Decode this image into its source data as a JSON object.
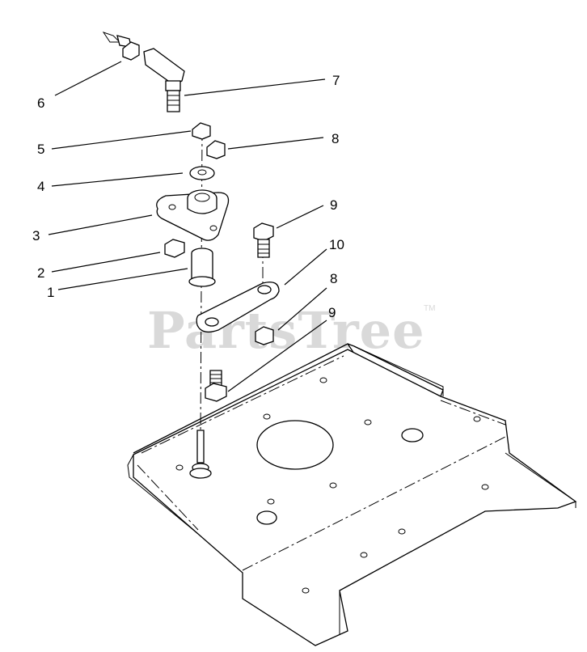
{
  "watermark": {
    "text": "PartsTree",
    "trademark": "TM"
  },
  "callouts": [
    {
      "id": "6",
      "label": "6"
    },
    {
      "id": "7",
      "label": "7"
    },
    {
      "id": "5",
      "label": "5"
    },
    {
      "id": "8a",
      "label": "8"
    },
    {
      "id": "4",
      "label": "4"
    },
    {
      "id": "3",
      "label": "3"
    },
    {
      "id": "9a",
      "label": "9"
    },
    {
      "id": "2",
      "label": "2"
    },
    {
      "id": "10",
      "label": "10"
    },
    {
      "id": "1",
      "label": "1"
    },
    {
      "id": "8b",
      "label": "8"
    },
    {
      "id": "9b",
      "label": "9"
    }
  ]
}
